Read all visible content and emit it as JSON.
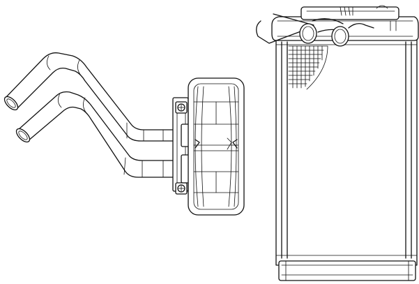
{
  "figure": {
    "background": "#ffffff",
    "line_color": "#111111",
    "components": [
      "side-view-tube-assembly",
      "side-view-header-tank",
      "front-view-heater-core"
    ]
  }
}
